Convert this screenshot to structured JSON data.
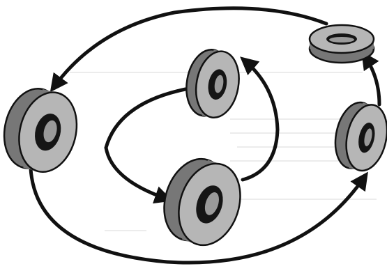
{
  "figure": {
    "kind": "cycle-diagram",
    "colors": {
      "paper": "#ffffff",
      "ghost_text": "#ececec",
      "ink": "#111111",
      "ring_face": "#b6b6b6",
      "ring_side": "#777777",
      "ring_hole": "#151515"
    },
    "rings": [
      {
        "id": "left",
        "icon": "ring-icon"
      },
      {
        "id": "top-center",
        "icon": "ring-icon"
      },
      {
        "id": "top-right",
        "icon": "ring-icon"
      },
      {
        "id": "right",
        "icon": "ring-icon"
      },
      {
        "id": "bottom-center",
        "icon": "ring-icon"
      }
    ],
    "arrows": [
      {
        "id": "outer-top",
        "from": "top-right",
        "to": "left"
      },
      {
        "id": "outer-bottom",
        "from": "left",
        "to": "right"
      },
      {
        "id": "outer-right",
        "from": "right",
        "to": "top-right"
      },
      {
        "id": "inner-left",
        "from": "top-center",
        "to": "bottom-center"
      },
      {
        "id": "inner-right",
        "from": "bottom-center",
        "to": "top-center"
      }
    ]
  }
}
